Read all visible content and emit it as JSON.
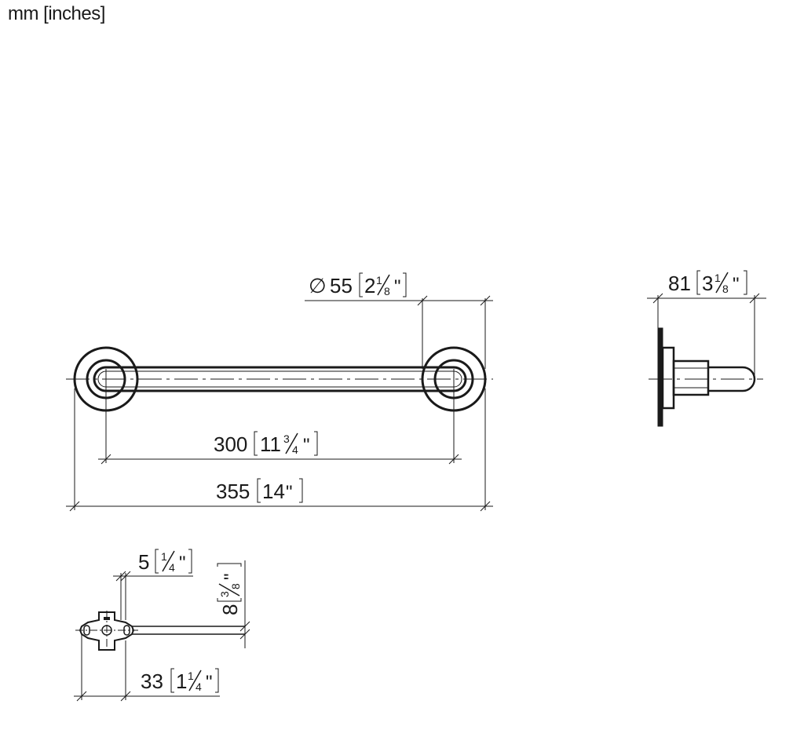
{
  "units_label": "mm [inches]",
  "dimensions": {
    "rosette_diameter": {
      "symbol": "∅",
      "mm": "55",
      "inch_whole": "2",
      "inch_num": "1",
      "inch_den": "8",
      "inch_mark": "\""
    },
    "center_distance": {
      "mm": "300",
      "inch_whole": "11",
      "inch_num": "3",
      "inch_den": "4",
      "inch_mark": "\""
    },
    "overall_length": {
      "mm": "355",
      "inch_whole": "14",
      "inch_mark": "\""
    },
    "projection": {
      "mm": "81",
      "inch_whole": "3",
      "inch_num": "1",
      "inch_den": "8",
      "inch_mark": "\""
    },
    "plate_offset": {
      "mm": "5",
      "inch_num": "1",
      "inch_den": "4",
      "inch_mark": "\""
    },
    "plate_thickness": {
      "mm": "8",
      "inch_num": "3",
      "inch_den": "8",
      "inch_mark": "\""
    },
    "plate_width": {
      "mm": "33",
      "inch_whole": "1",
      "inch_num": "1",
      "inch_den": "4",
      "inch_mark": "\""
    }
  }
}
